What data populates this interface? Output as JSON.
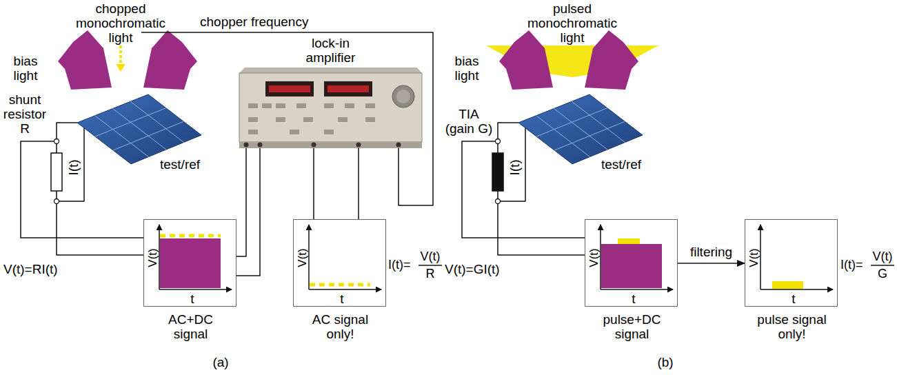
{
  "diagram": {
    "nodes": [
      {
        "text": [
          "lock-in amplifier"
        ]
      },
      {
        "text": [
          "V(t)",
          "t",
          "AC+DC signal"
        ]
      },
      {
        "text": [
          "V(t)",
          "t",
          "AC signal only!"
        ]
      },
      {
        "text": [
          "V(t)",
          "t",
          "pulse+DC signal"
        ]
      },
      {
        "text": [
          "V(t)",
          "t",
          "pulse signal only!"
        ]
      }
    ],
    "edges": [
      {
        "from": 1,
        "to": 0,
        "arrow": "none"
      },
      {
        "from": 1,
        "to": 0,
        "arrow": "none"
      },
      {
        "from": 0,
        "to": 2,
        "arrow": "none"
      },
      {
        "from": 0,
        "to": 2,
        "arrow": "none"
      },
      {
        "from": 3,
        "to": 4,
        "label": "filtering",
        "arrow": "to"
      }
    ],
    "labels": [
      "chopped monochromatic light",
      "chopper frequency",
      "bias light",
      "shunt resistor R",
      "I(t)",
      "test/ref",
      "V(t)=RI(t)",
      "I(t)=",
      "V(t)",
      "R",
      "(a)",
      "pulsed monochromatic light",
      "bias light",
      "TIA (gain G)",
      "I(t)",
      "test/ref",
      "V(t)=GI(t)",
      "I(t)=",
      "V(t)",
      "G",
      "(b)"
    ]
  }
}
